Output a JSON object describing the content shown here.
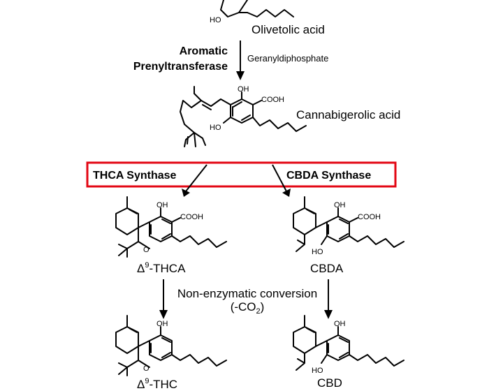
{
  "colors": {
    "highlight_box": "#e30613",
    "ink": "#000000",
    "background": "#ffffff"
  },
  "compounds": {
    "olivetolic_acid": "Olivetolic acid",
    "cannabigerolic_acid": "Cannabigerolic acid",
    "thca_prefix": "Δ",
    "thca_sup": "9",
    "thca_suffix": "-THCA",
    "cbda": "CBDA",
    "thc_prefix": "Δ",
    "thc_sup": "9",
    "thc_suffix": "-THC",
    "cbd": "CBD"
  },
  "enzymes": {
    "aromatic_line1": "Aromatic",
    "aromatic_line2": "Prenyltransferase",
    "cofactor": "Geranyldiphosphate",
    "thca_synthase": "THCA Synthase",
    "cbda_synthase": "CBDA Synthase"
  },
  "conversion": {
    "line1": "Non-enzymatic conversion",
    "line2_prefix": "(-CO",
    "line2_sub": "2",
    "line2_suffix": ")"
  },
  "atoms": {
    "ho": "HO",
    "oh": "OH",
    "cooh": "COOH",
    "o": "O"
  }
}
